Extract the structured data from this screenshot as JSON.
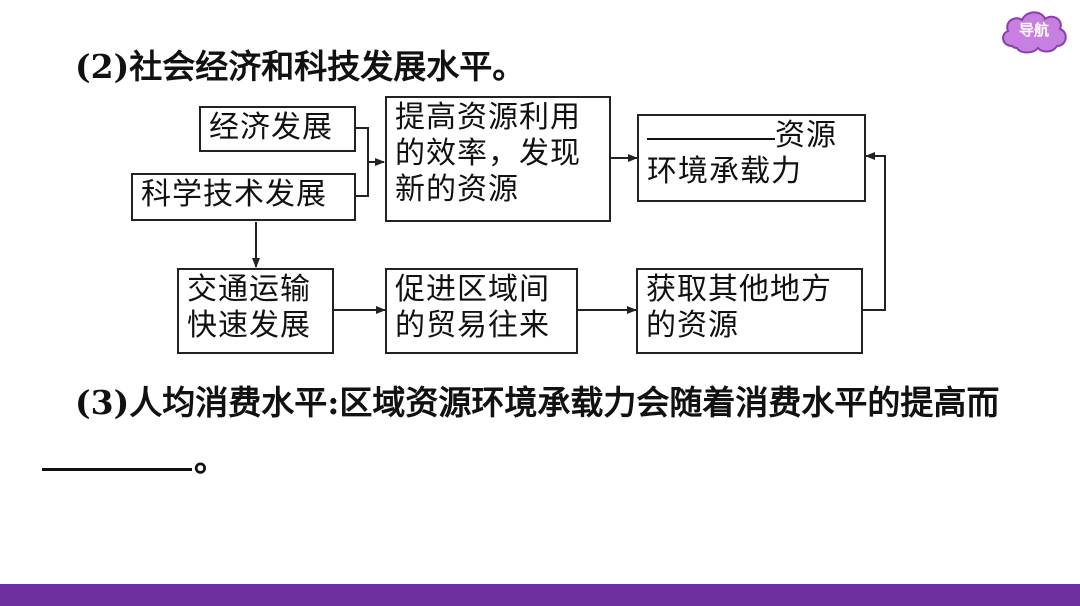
{
  "heading": "(2)社会经济和科技发展水平。",
  "nav_label": "导航",
  "boxes": {
    "econ": "经济发展",
    "tech": "科学技术发展",
    "improve_l1": "提高资源利用",
    "improve_l2": "的效率，发现",
    "improve_l3": "新的资源",
    "capacity_suffix": "资源",
    "capacity_l2": "环境承载力",
    "transport_l1": "交通运输",
    "transport_l2": "快速发展",
    "trade_l1": "促进区域间",
    "trade_l2": "的贸易往来",
    "obtain_l1": "获取其他地方",
    "obtain_l2": "的资源"
  },
  "paragraph": {
    "text": "(3)人均消费水平:区域资源环境承载力会随着消费水平的提高而",
    "end": "。"
  },
  "colors": {
    "nav_fill": "#c77fe0",
    "nav_stroke": "#8a3fb0",
    "bottom_bar": "#6e2fa0"
  }
}
